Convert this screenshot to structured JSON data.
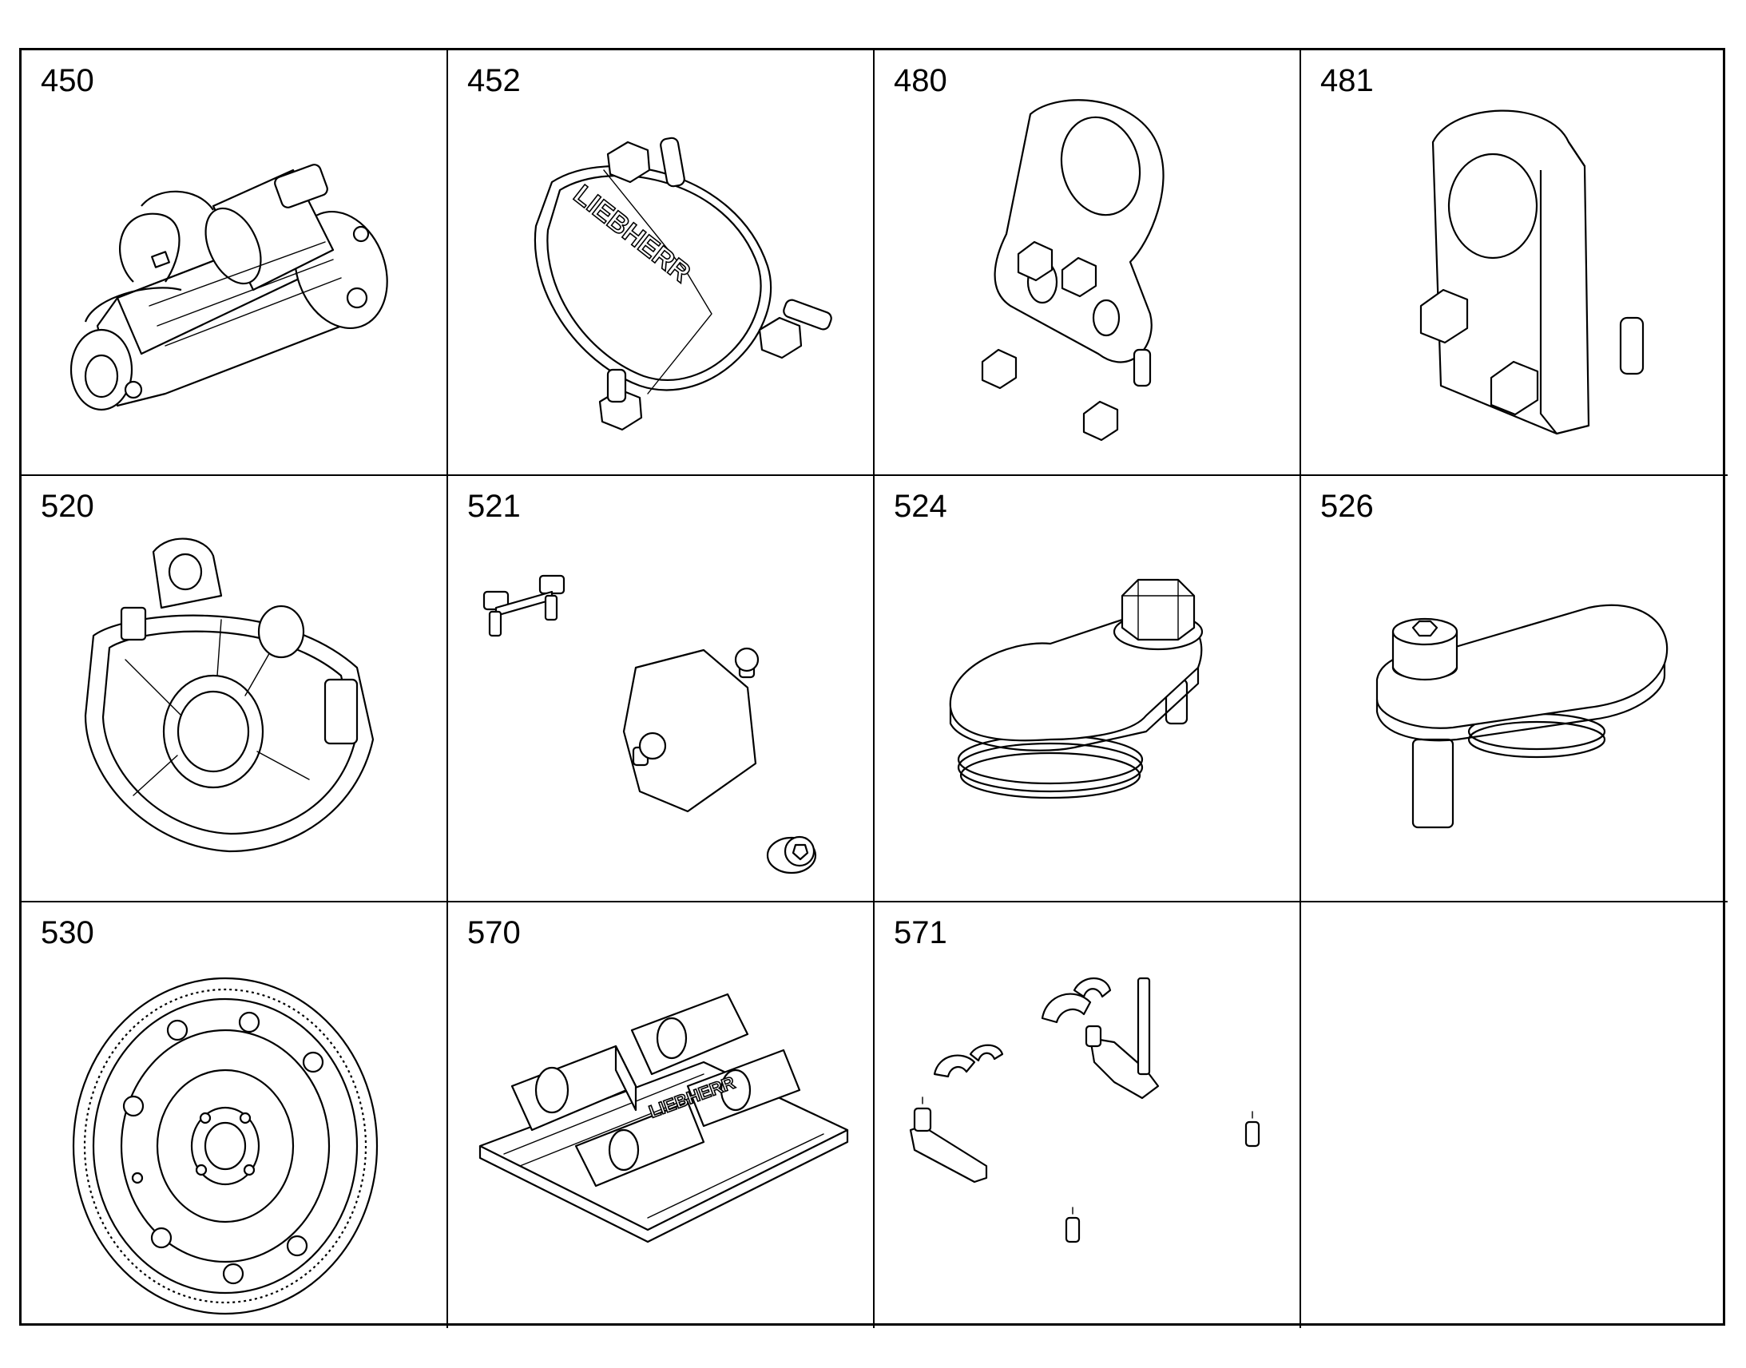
{
  "cells": [
    {
      "number": "450",
      "part": "starter-motor"
    },
    {
      "number": "452",
      "part": "cover-plate-with-bolts",
      "logo_text": "LIEBHERR"
    },
    {
      "number": "480",
      "part": "bracket-with-bolts"
    },
    {
      "number": "481",
      "part": "bracket-with-two-bolts"
    },
    {
      "number": "520",
      "part": "flywheel-housing"
    },
    {
      "number": "521",
      "part": "cover-and-screws"
    },
    {
      "number": "524",
      "part": "lever-with-hex-head"
    },
    {
      "number": "526",
      "part": "lever-with-socket-head"
    },
    {
      "number": "530",
      "part": "flywheel-with-ring-gear"
    },
    {
      "number": "570",
      "part": "valve-block",
      "logo_text": "LIEBHERR"
    },
    {
      "number": "571",
      "part": "clamps-and-brackets-set"
    },
    {
      "number": "",
      "part": "empty"
    }
  ]
}
